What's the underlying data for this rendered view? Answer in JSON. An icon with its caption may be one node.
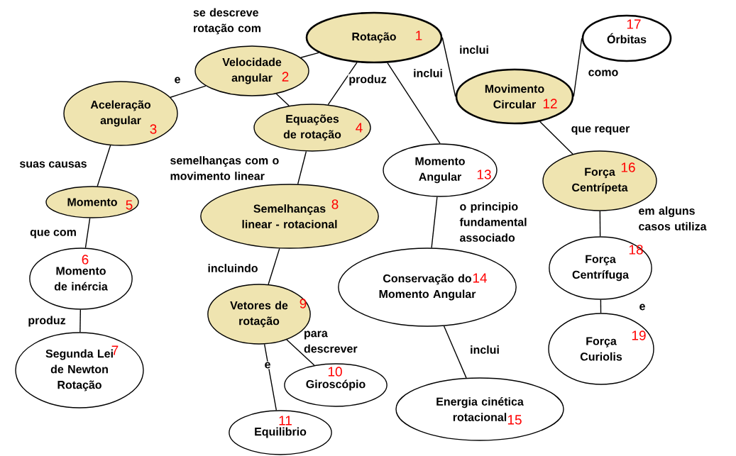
{
  "diagram": {
    "nodes": [
      {
        "text": [
          "Rotação",
          "1"
        ]
      },
      {
        "text": [
          "Velocidade angular",
          "2"
        ]
      },
      {
        "text": [
          "Aceleração angular",
          "3"
        ]
      },
      {
        "text": [
          "Equações de rotação",
          "4"
        ]
      },
      {
        "text": [
          "Momento",
          "5"
        ]
      },
      {
        "text": [
          "6",
          "Momento de inércia"
        ]
      },
      {
        "text": [
          "Segunda Lei de Newton Rotação",
          "7"
        ]
      },
      {
        "text": [
          "Semelhanças linear - rotacional",
          "8"
        ]
      },
      {
        "text": [
          "Vetores de rotação",
          "9"
        ]
      },
      {
        "text": [
          "10",
          "Giroscópio"
        ]
      },
      {
        "text": [
          "11",
          "Equilibrio"
        ]
      },
      {
        "text": [
          "Movimento Circular",
          "12"
        ]
      },
      {
        "text": [
          "Momento Angular",
          "13"
        ]
      },
      {
        "text": [
          "Conservação do Momento Angular",
          "14"
        ]
      },
      {
        "text": [
          "Energia cinética rotacional",
          "15"
        ]
      },
      {
        "text": [
          "Força Centrípeta",
          "16"
        ]
      },
      {
        "text": [
          "17",
          "Órbitas"
        ]
      },
      {
        "text": [
          "Força Centrífuga",
          "18"
        ]
      },
      {
        "text": [
          "Força Curiolis",
          "19"
        ]
      }
    ],
    "edges": [
      {
        "from": 0,
        "to": 1,
        "arrow": "none",
        "label": "se descreve rotação com"
      },
      {
        "from": 1,
        "to": 2,
        "arrow": "none",
        "label": "e"
      },
      {
        "from": 0,
        "to": 3,
        "arrow": "none",
        "label": "produz"
      },
      {
        "from": 1,
        "to": 3,
        "arrow": "none"
      },
      {
        "from": 2,
        "to": 4,
        "arrow": "none",
        "label": "suas causas"
      },
      {
        "from": 3,
        "to": 7,
        "arrow": "none",
        "label": "semelhanças com o movimento linear"
      },
      {
        "from": 4,
        "to": 5,
        "arrow": "none",
        "label": "que com"
      },
      {
        "from": 5,
        "to": 6,
        "arrow": "none",
        "label": "produz"
      },
      {
        "from": 7,
        "to": 8,
        "arrow": "none",
        "label": "incluindo"
      },
      {
        "from": 8,
        "to": 9,
        "arrow": "none",
        "label": "para descrever"
      },
      {
        "from": 8,
        "to": 10,
        "arrow": "none",
        "label": "e"
      },
      {
        "from": 0,
        "to": 12,
        "arrow": "none",
        "label": "inclui"
      },
      {
        "from": 0,
        "to": 11,
        "arrow": "none",
        "label": "inclui"
      },
      {
        "from": 12,
        "to": 13,
        "arrow": "none",
        "label": "o principio fundamental associado"
      },
      {
        "from": 13,
        "to": 14,
        "arrow": "none",
        "label": "inclui"
      },
      {
        "from": 11,
        "to": 16,
        "arrow": "none",
        "label": "como"
      },
      {
        "from": 11,
        "to": 15,
        "arrow": "none",
        "label": "que requer"
      },
      {
        "from": 15,
        "to": 17,
        "arrow": "none",
        "label": "em alguns casos utiliza"
      },
      {
        "from": 17,
        "to": 18,
        "arrow": "none",
        "label": "e"
      }
    ]
  }
}
